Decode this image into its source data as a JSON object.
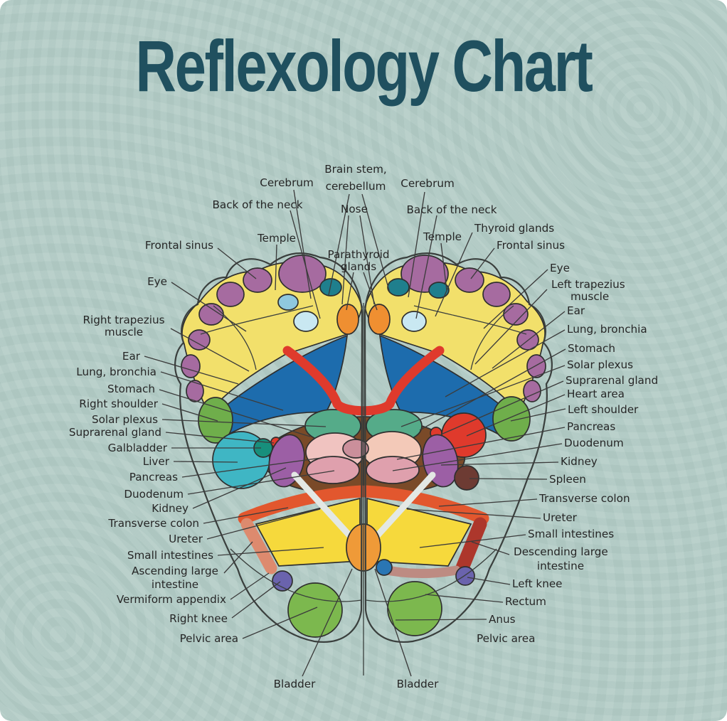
{
  "title": "Reflexology Chart",
  "colors": {
    "background": "#b3ccc6",
    "corner": "#ffffff",
    "title_text": "#20505f",
    "label_text": "#262626",
    "foot_outline": "#3a3f3d",
    "toes": "#a66ba0",
    "head_pad": "#f2e06b",
    "lung_zone": "#1d6cad",
    "diaphragm_band": "#df3a2c",
    "stomach_region": "#7a4a28",
    "solar_plexus_zone": "#55ab89",
    "stomach_pink": "#f0c3c0",
    "pancreas_mauve": "#cb8f9b",
    "duodenum_pink": "#dfa0ad",
    "liver_zone": "#3fb6c4",
    "galbladder_zone": "#178f7c",
    "kidney_zone": "#9c5fa5",
    "heart_zone": "#df3a2c",
    "shoulder_zone": "#6fae4b",
    "spleen_zone": "#6d3b33",
    "transverse_colon_band": "#e2572e",
    "ascending_colon_band": "#dd8a6e",
    "descending_colon_band": "#ad372c",
    "small_intestines_zone": "#f6d93c",
    "bladder_zone": "#ef9a38",
    "knee_zone": "#6a63ad",
    "pelvic_zone": "#7cb84e",
    "eye_spot_teal": "#1f7f8d",
    "eye_spot_blue": "#8fc8de",
    "parathyroid_orange": "#ef8f31"
  },
  "labels": {
    "cerebrum_left": "Cerebrum",
    "brain_stem_1": "Brain stem,",
    "brain_stem_2": "cerebellum",
    "cerebrum_right": "Cerebrum",
    "back_neck_left": "Back of the neck",
    "nose": "Nose",
    "back_neck_right": "Back of the neck",
    "temple_left": "Temple",
    "thyroid_glands": "Thyroid glands",
    "frontal_sinus_left": "Frontal sinus",
    "frontal_sinus_right": "Frontal sinus",
    "parathyroid_1": "Parathyroid",
    "parathyroid_2": "glands",
    "temple_right": "Temple",
    "eye_left": "Eye",
    "right_trapezius_1": "Right trapezius",
    "right_trapezius_2": "muscle",
    "ear_left": "Ear",
    "lung_bronchia_left": "Lung, bronchia",
    "stomach_left": "Stomach",
    "right_shoulder": "Right shoulder",
    "solar_plexus_left": "Solar plexus",
    "suprarenal_left": "Suprarenal gland",
    "galbladder": "Galbladder",
    "liver": "Liver",
    "pancreas_left": "Pancreas",
    "duodenum_left": "Duodenum",
    "kidney_left": "Kidney",
    "transverse_colon_left": "Transverse colon",
    "ureter_left": "Ureter",
    "small_intestines_left": "Small intestines",
    "ascending_1": "Ascending large",
    "ascending_2": "intestine",
    "vermiform_appendix": "Vermiform appendix",
    "right_knee": "Right knee",
    "pelvic_area_left": "Pelvic area",
    "bladder_left": "Bladder",
    "eye_right": "Eye",
    "left_trapezius_1": "Left trapezius",
    "left_trapezius_2": "muscle",
    "ear_right": "Ear",
    "lung_bronchia_right": "Lung, bronchia",
    "stomach_right": "Stomach",
    "solar_plexus_right": "Solar plexus",
    "suprarenal_right": "Suprarenal gland",
    "heart_area": "Heart area",
    "left_shoulder": "Left shoulder",
    "pancreas_right": "Pancreas",
    "duodenum_right": "Duodenum",
    "kidney_right": "Kidney",
    "spleen": "Spleen",
    "transverse_colon_right": "Transverse colon",
    "ureter_right": "Ureter",
    "small_intestines_right": "Small intestines",
    "descending_1": "Descending large",
    "descending_2": "intestine",
    "left_knee": "Left knee",
    "rectum": "Rectum",
    "anus": "Anus",
    "pelvic_area_right": "Pelvic area",
    "bladder_right": "Bladder"
  }
}
